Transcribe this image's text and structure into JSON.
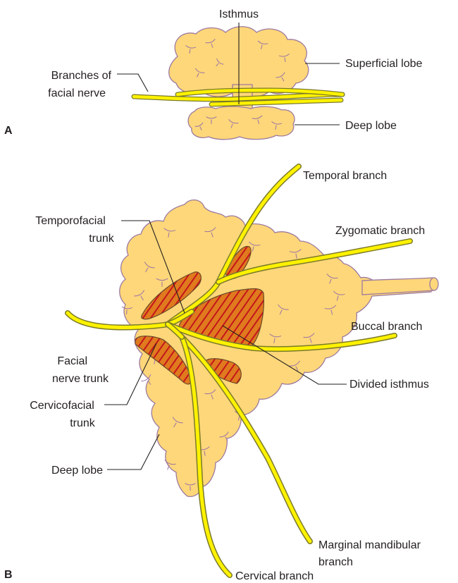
{
  "panels": {
    "a": "A",
    "b": "B"
  },
  "labels_a": {
    "isthmus": "Isthmus",
    "superficial_lobe": "Superficial lobe",
    "branches_line1": "Branches of",
    "branches_line2": "facial nerve",
    "deep_lobe": "Deep lobe"
  },
  "labels_b": {
    "temporal_branch": "Temporal branch",
    "temporofacial_line1": "Temporofacial",
    "temporofacial_line2": "trunk",
    "zygomatic_branch": "Zygomatic branch",
    "buccal_branch": "Buccal branch",
    "facial_trunk_line1": "Facial",
    "facial_trunk_line2": "nerve trunk",
    "divided_isthmus": "Divided isthmus",
    "cervicofacial_line1": "Cervicofacial",
    "cervicofacial_line2": "trunk",
    "deep_lobe": "Deep lobe",
    "marginal_line1": "Marginal mandibular",
    "marginal_line2": "branch",
    "cervical_branch": "Cervical branch"
  },
  "colors": {
    "gland_fill": "#fdd779",
    "gland_outline": "#9d7aa0",
    "gland_tufts": "#9b72a8",
    "nerve_fill": "#fff200",
    "nerve_outline": "#7a7a2a",
    "isthmus_fill": "#e07a1e",
    "isthmus_hatch": "#c4161c",
    "text": "#231f20"
  }
}
